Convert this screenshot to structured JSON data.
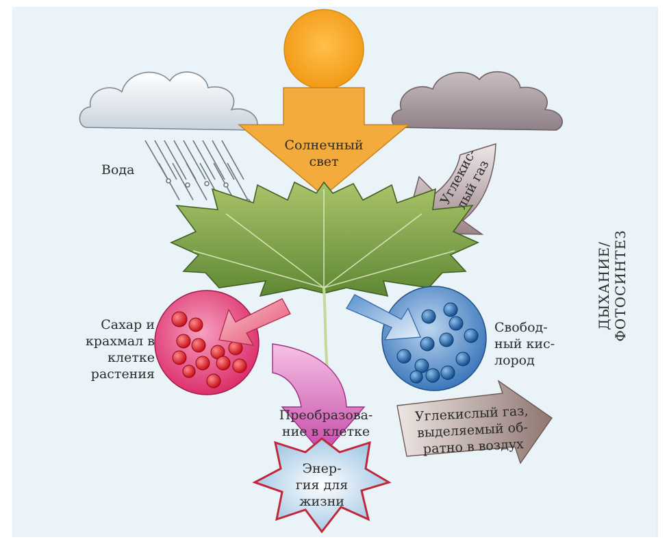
{
  "labels": {
    "sunlight": "Солнечный\nсвет",
    "water": "Вода",
    "co2_in": "Углекис-\nлый газ",
    "sugar": "Сахар и\nкрахмал в\nклетке\nрастения",
    "oxygen": "Свобод-\nный кис-\nлород",
    "transformation": "Преобразова-\nние в клетке",
    "co2_out": "Углекислый газ,\nвыделяемый об-\nратно в воздух",
    "energy": "Энер-\nгия для\nжизни",
    "side_title": "ДЫХАНИЕ/ ФОТОСИНТЕЗ"
  },
  "colors": {
    "background": "#e8f3f8",
    "sun": "#f5a623",
    "sun_arrow": "#f2ab3c",
    "rain_cloud": "#eef1f4",
    "dark_cloud": "#a89ca2",
    "co2_arrow": "#b4a0a4",
    "leaf": "#7fa04a",
    "sugar_circle": "#e8447a",
    "sugar_dots": "#d81f2a",
    "oxygen_circle": "#4a86c6",
    "oxygen_dots": "#1f5a9a",
    "energy_star": "#d8e8f4",
    "energy_outline": "#c0283a",
    "transform_arrow": "#e28ac8",
    "co2_out_arrow": "#a08a86"
  }
}
